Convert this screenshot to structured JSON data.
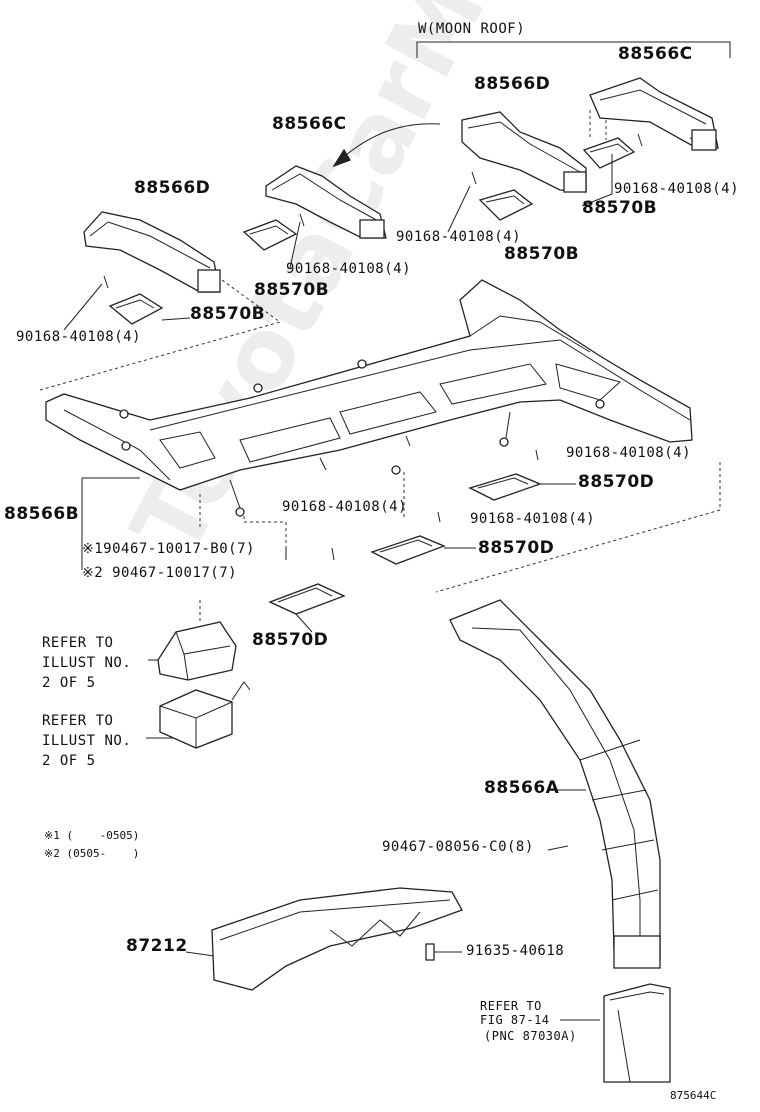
{
  "watermark": "ToyotaCarMine.ru",
  "bracket_title": "W(MOON ROOF)",
  "labels": {
    "c_right": "88566C",
    "d_top": "88566D",
    "c_mid": "88566C",
    "d_left": "88566D",
    "b_main": "88566B",
    "a_main": "88566A",
    "f87212": "87212",
    "bolt_r": "90168-40108(4)",
    "bolt_m": "90168-40108(4)",
    "bolt_l": "90168-40108(4)",
    "bolt_ll": "90168-40108(4)",
    "bolt_rr": "90168-40108(4)",
    "bolt_c": "90168-40108(4)",
    "bolt_c2": "90168-40108(4)",
    "reg_b1": "88570B",
    "reg_b2": "88570B",
    "reg_b3": "88570B",
    "reg_b4": "88570B",
    "reg_d1": "88570D",
    "reg_d2": "88570D",
    "reg_d3": "88570D",
    "clip1": "※190467-10017-B0(7)",
    "clip2": "※2 90467-10017(7)",
    "clip_a": "90467-08056-C0(8)",
    "screw": "91635-40618",
    "refer1_l1": "REFER TO",
    "refer1_l2": "ILLUST NO.",
    "refer1_l3": "2 OF 5",
    "refer2_l1": "REFER TO",
    "refer2_l2": "ILLUST NO.",
    "refer2_l3": "2 OF 5",
    "fig_l1": "REFER TO",
    "fig_l2": "FIG 87-14",
    "fig_l3": "(PNC 87030A)",
    "note1": "※1 (    -0505)",
    "note2": "※2 (0505-    )",
    "code": "875644C"
  }
}
